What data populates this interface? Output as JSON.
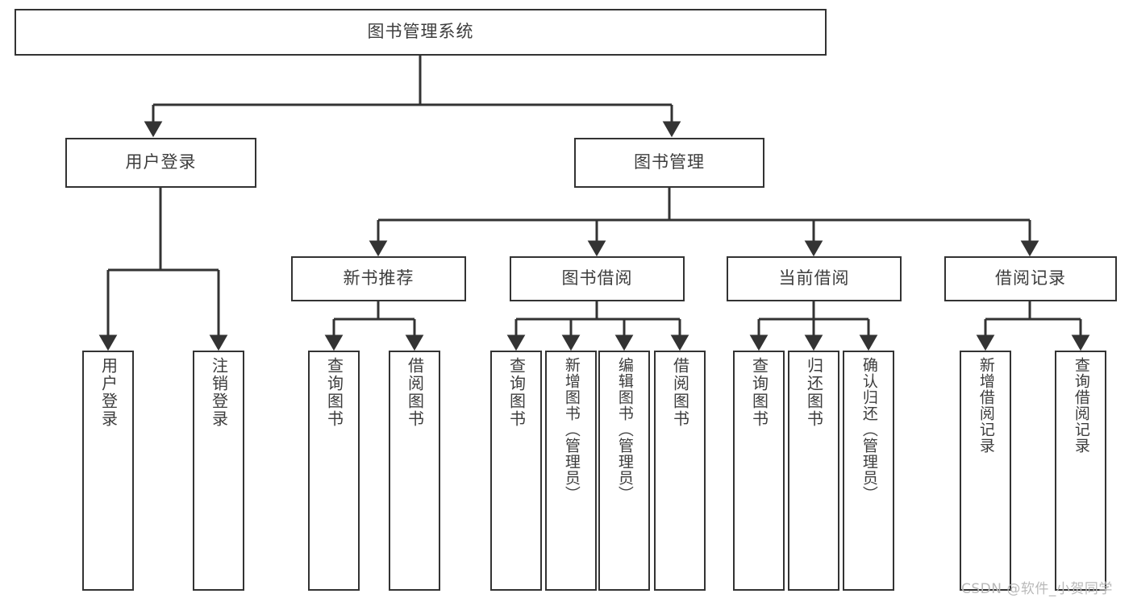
{
  "diagram": {
    "type": "tree-hierarchy-chart",
    "title": "图书管理系统",
    "colors": {
      "box_border": "#333333",
      "box_fill": "#ffffff",
      "text": "#3d3d3d",
      "connector": "#333333",
      "watermark": "#b9b9b9",
      "background": "#ffffff"
    },
    "root": {
      "label": "图书管理系统"
    },
    "level2": [
      {
        "label": "用户登录"
      },
      {
        "label": "图书管理"
      }
    ],
    "level3": [
      {
        "label": "新书推荐"
      },
      {
        "label": "图书借阅"
      },
      {
        "label": "当前借阅"
      },
      {
        "label": "借阅记录"
      }
    ],
    "leaves": {
      "user_login": [
        {
          "label": "用户登录"
        },
        {
          "label": "注销登录"
        }
      ],
      "new_book_recommend": [
        {
          "label": "查询图书"
        },
        {
          "label": "借阅图书"
        }
      ],
      "book_borrow": [
        {
          "label": "查询图书"
        },
        {
          "label": "新增图书（管理员）"
        },
        {
          "label": "编辑图书（管理员）"
        },
        {
          "label": "借阅图书"
        }
      ],
      "current_borrow": [
        {
          "label": "查询图书"
        },
        {
          "label": "归还图书"
        },
        {
          "label": "确认归还（管理员）"
        }
      ],
      "borrow_record": [
        {
          "label": "新增借阅记录"
        },
        {
          "label": "查询借阅记录"
        }
      ]
    },
    "watermark": "CSDN @软件_小贺同学"
  }
}
